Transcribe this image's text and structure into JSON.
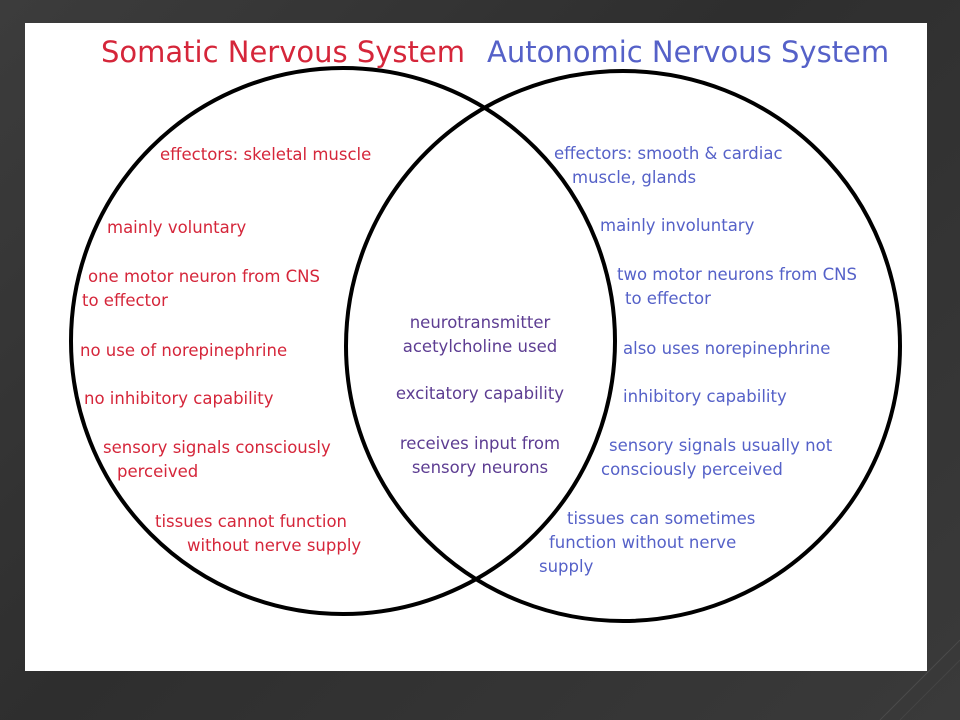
{
  "colors": {
    "somatic": "#d5263a",
    "autonomic": "#5561c8",
    "shared": "#5d3d92",
    "circle_stroke": "#000000",
    "frame": "#333333"
  },
  "titles": {
    "somatic": "Somatic Nervous System",
    "autonomic": "Autonomic Nervous System"
  },
  "somatic": [
    {
      "lines": [
        "effectors: skeletal muscle"
      ]
    },
    {
      "lines": [
        "mainly voluntary"
      ]
    },
    {
      "lines": [
        "one motor neuron from CNS",
        "to effector"
      ]
    },
    {
      "lines": [
        "no use of norepinephrine"
      ]
    },
    {
      "lines": [
        "no inhibitory capability"
      ]
    },
    {
      "lines": [
        "sensory signals consciously",
        "perceived"
      ]
    },
    {
      "lines": [
        "tissues cannot function",
        "without nerve supply"
      ]
    }
  ],
  "shared": [
    {
      "lines": [
        "neurotransmitter",
        "acetylcholine used"
      ]
    },
    {
      "lines": [
        "excitatory capability"
      ]
    },
    {
      "lines": [
        "receives input from",
        "sensory neurons"
      ]
    }
  ],
  "autonomic": [
    {
      "lines": [
        "effectors: smooth & cardiac",
        "muscle, glands"
      ]
    },
    {
      "lines": [
        "mainly involuntary"
      ]
    },
    {
      "lines": [
        "two motor neurons from CNS",
        "to effector"
      ]
    },
    {
      "lines": [
        "also uses norepinephrine"
      ]
    },
    {
      "lines": [
        "inhibitory capability"
      ]
    },
    {
      "lines": [
        "sensory signals usually not",
        "consciously perceived"
      ]
    },
    {
      "lines": [
        "tissues can sometimes",
        "function without nerve",
        "supply"
      ]
    }
  ]
}
